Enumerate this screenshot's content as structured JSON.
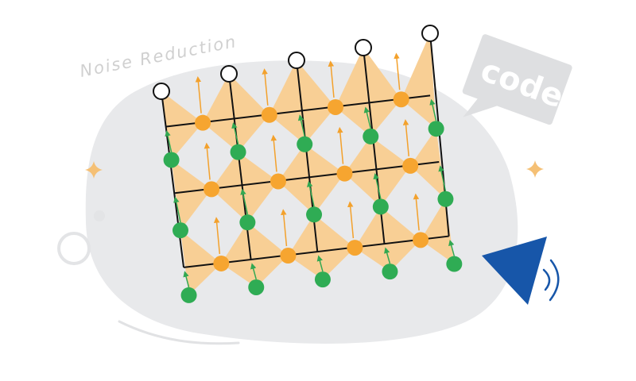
{
  "title": "Noise Reduction",
  "badge": {
    "label": "code",
    "icon": "speech-bubble-icon"
  },
  "speaker": {
    "icon": "speaker-icon",
    "sound_icon": "sound-waves-icon"
  },
  "lattice": {
    "rows": 3,
    "columns": 4
  },
  "colors": {
    "blob": "#e8e9eb",
    "bubble": "#dedfe1",
    "qubit_green": "#2fac54",
    "ancilla_orange": "#f6a530",
    "triangle_fill": "#f8cf95",
    "arrow_green": "#32a852",
    "arrow_orange": "#f3a12c",
    "edge": "#111111",
    "speaker_blue": "#1756a9",
    "sparkle": "#f5c075"
  }
}
